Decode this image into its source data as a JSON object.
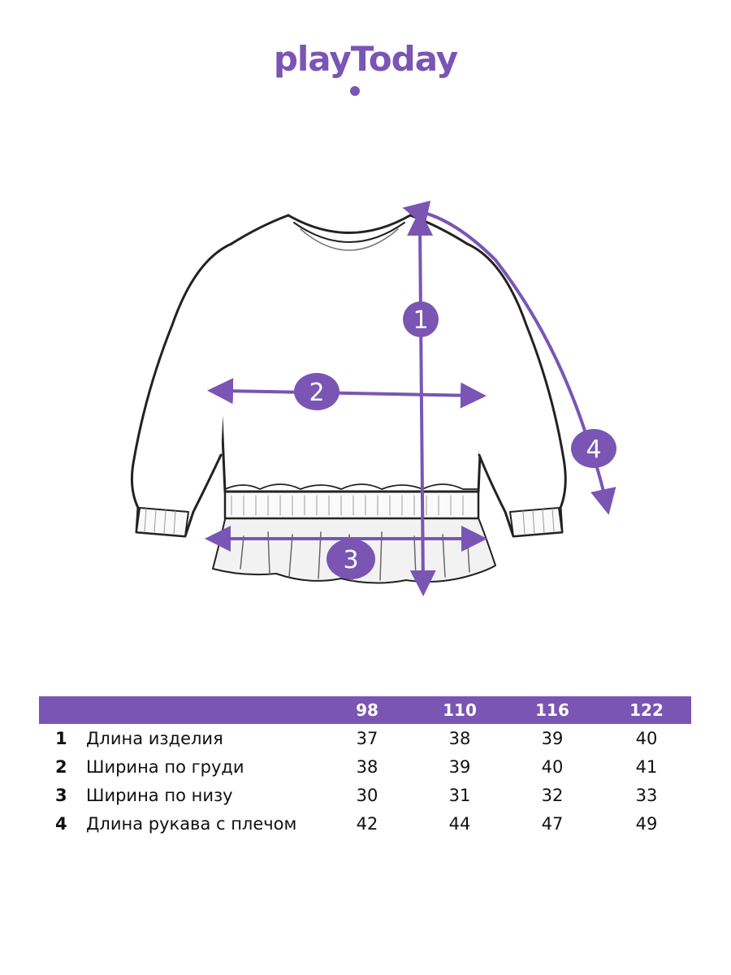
{
  "brand": {
    "logo_text": "playToday",
    "accent_color": "#7a55b4"
  },
  "diagram": {
    "markers": [
      {
        "id": "1",
        "label": "1"
      },
      {
        "id": "2",
        "label": "2"
      },
      {
        "id": "3",
        "label": "3"
      },
      {
        "id": "4",
        "label": "4"
      }
    ]
  },
  "table": {
    "sizes": [
      "98",
      "110",
      "116",
      "122"
    ],
    "rows": [
      {
        "num": "1",
        "label": "Длина изделия",
        "values": [
          "37",
          "38",
          "39",
          "40"
        ]
      },
      {
        "num": "2",
        "label": "Ширина по груди",
        "values": [
          "38",
          "39",
          "40",
          "41"
        ]
      },
      {
        "num": "3",
        "label": "Ширина по низу",
        "values": [
          "30",
          "31",
          "32",
          "33"
        ]
      },
      {
        "num": "4",
        "label": "Длина рукава с плечом",
        "values": [
          "42",
          "44",
          "47",
          "49"
        ]
      }
    ]
  }
}
